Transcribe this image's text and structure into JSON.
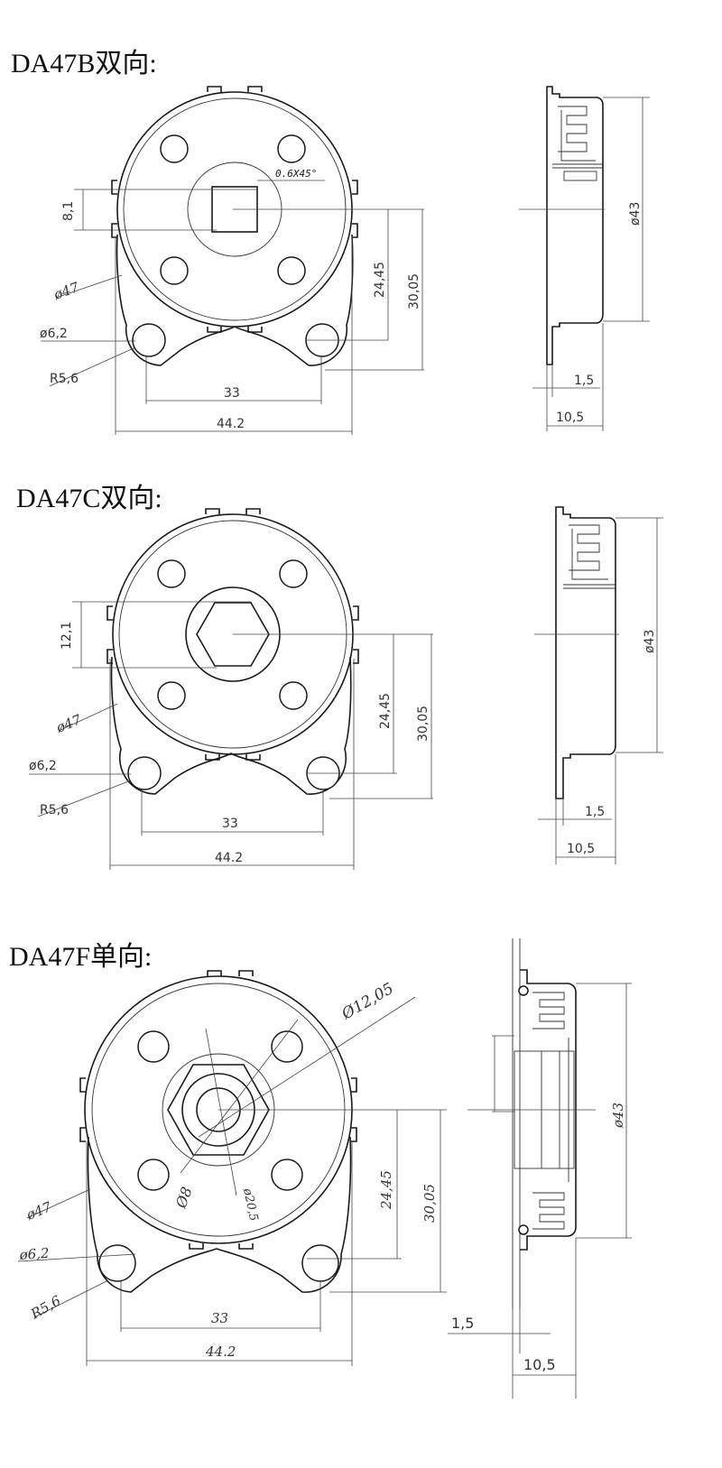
{
  "sections": [
    {
      "title": "DA47B双向:",
      "front": {
        "chamfer": "0.6X45°",
        "shaft": "8,1",
        "od": "ø47",
        "hole": "ø6,2",
        "radius": "R5,6",
        "hole_spacing": "33",
        "width": "44.2",
        "offset1": "24,45",
        "offset2": "30,05"
      },
      "side": {
        "diameter": "ø43",
        "flange": "1,5",
        "depth": "10,5"
      }
    },
    {
      "title": "DA47C双向:",
      "front": {
        "shaft": "12,1",
        "od": "ø47",
        "hole": "ø6,2",
        "radius": "R5,6",
        "hole_spacing": "33",
        "width": "44.2",
        "offset1": "24,45",
        "offset2": "30,05"
      },
      "side": {
        "diameter": "ø43",
        "flange": "1,5",
        "depth": "10,5"
      }
    },
    {
      "title": "DA47F单向:",
      "front": {
        "hex": "Ø12,05",
        "bore": "Ø8",
        "inner": "ø20,5",
        "od": "ø47",
        "hole": "ø6,2",
        "radius": "R5,6",
        "hole_spacing": "33",
        "width": "44.2",
        "offset1": "24,45",
        "offset2": "30,05"
      },
      "side": {
        "diameter": "ø43",
        "flange": "1,5",
        "depth": "10,5"
      }
    }
  ]
}
